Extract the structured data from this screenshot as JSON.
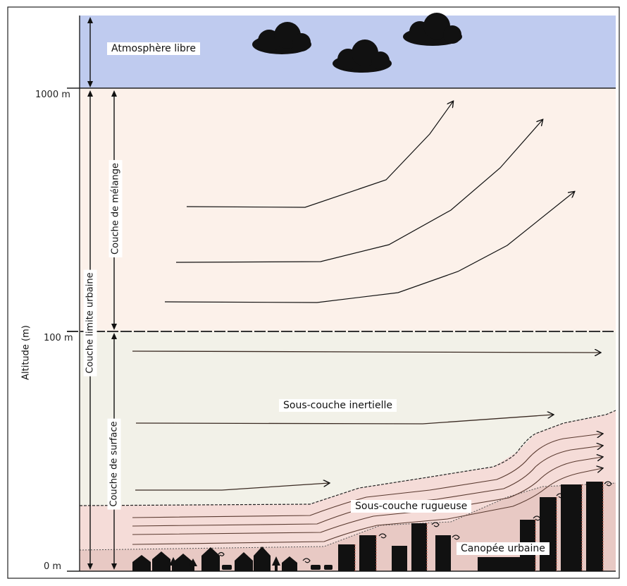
{
  "diagram": {
    "y_axis_label": "Altitude (m)",
    "ticks": {
      "top": "1000 m",
      "middle": "100 m",
      "bottom": "0 m"
    },
    "layers": {
      "free_atmosphere": "Atmosphère libre",
      "boundary_layer": "Couche limite urbaine",
      "mixing_layer": "Couche de mélange",
      "surface_layer": "Couche de surface",
      "inertial_sublayer": "Sous-couche inertielle",
      "roughness_sublayer": "Sous-couche rugueuse",
      "urban_canopy": "Canopée urbaine"
    },
    "colors": {
      "free_atmosphere": "#bfcbef",
      "mixing_layer": "#fcf1ea",
      "inertial_sublayer": "#f2f1e8",
      "roughness_sublayer": "#f5dcd8",
      "urban_canopy": "#e8c9c4",
      "silhouette": "#111111",
      "flow_arrows": "#3a2a22"
    }
  }
}
